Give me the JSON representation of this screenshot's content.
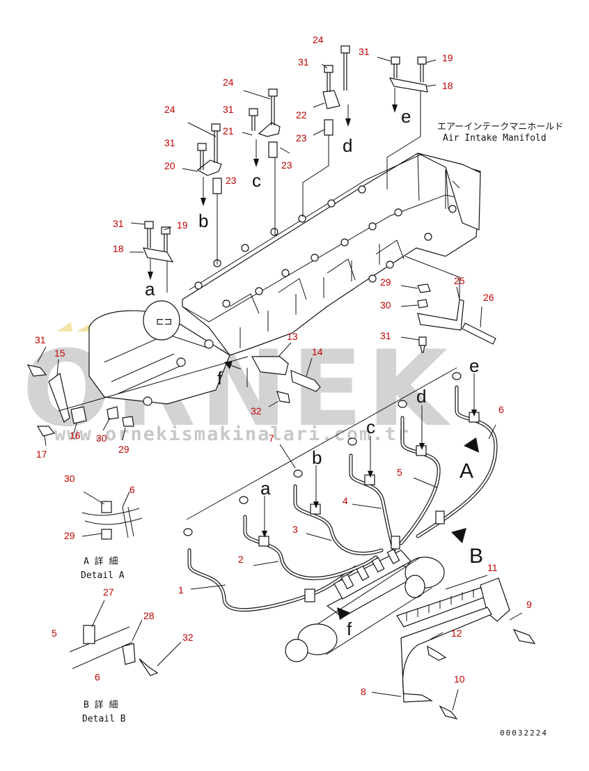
{
  "title_jp": "エアーインテークマニホールド",
  "title_en": "Air Intake Manifold",
  "watermark": {
    "brand": "ORNEK",
    "url": "www.ornekismakinalari.com.tr",
    "color": "#d3d3d3"
  },
  "part_number_color": "#c00000",
  "callouts": {
    "n1": "1",
    "n2": "2",
    "n3": "3",
    "n4": "4",
    "n5": "5",
    "n5b": "5",
    "n6": "6",
    "n6a": "6",
    "n6b": "6",
    "n7": "7",
    "n8": "8",
    "n9": "9",
    "n10": "10",
    "n11": "11",
    "n12": "12",
    "n13": "13",
    "n14": "14",
    "n15": "15",
    "n16": "16",
    "n17": "17",
    "n18a": "18",
    "n18b": "18",
    "n19a": "19",
    "n19b": "19",
    "n20": "20",
    "n21": "21",
    "n22": "22",
    "n23a": "23",
    "n23b": "23",
    "n23c": "23",
    "n24a": "24",
    "n24b": "24",
    "n24c": "24",
    "n25": "25",
    "n26": "26",
    "n27": "27",
    "n28": "28",
    "n29a": "29",
    "n29b": "29",
    "n29c": "29",
    "n30a": "30",
    "n30b": "30",
    "n30c": "30",
    "n31a": "31",
    "n31b": "31",
    "n31c": "31",
    "n31d": "31",
    "n31e": "31",
    "n31f": "31",
    "n31g": "31",
    "n32a": "32",
    "n32b": "32"
  },
  "view_letters": {
    "a1": "a",
    "a2": "a",
    "b1": "b",
    "b2": "b",
    "c1": "c",
    "c2": "c",
    "d1": "d",
    "d2": "d",
    "e1": "e",
    "e2": "e",
    "f1": "f",
    "f2": "f",
    "A": "A",
    "B": "B"
  },
  "details": {
    "a_jp": "A 詳 細",
    "a_en": "Detail A",
    "b_jp": "B 詳 細",
    "b_en": "Detail B"
  },
  "drawing_number": "00032224"
}
